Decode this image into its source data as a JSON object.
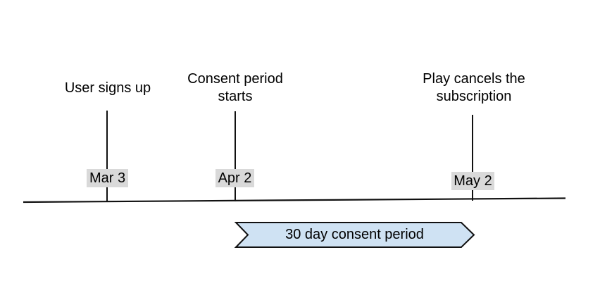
{
  "events": [
    {
      "label": "User signs up",
      "date": "Mar 3"
    },
    {
      "label": "Consent period starts",
      "date": "Apr 2"
    },
    {
      "label": "Play cancels the subscription",
      "date": "May 2"
    }
  ],
  "period_banner": {
    "label": "30 day consent period"
  },
  "colors": {
    "background": "#ffffff",
    "text": "#000000",
    "line": "#111111",
    "date_label_bg": "#d9d9d9",
    "banner_fill": "#cfe2f3",
    "banner_border": "#111111"
  }
}
